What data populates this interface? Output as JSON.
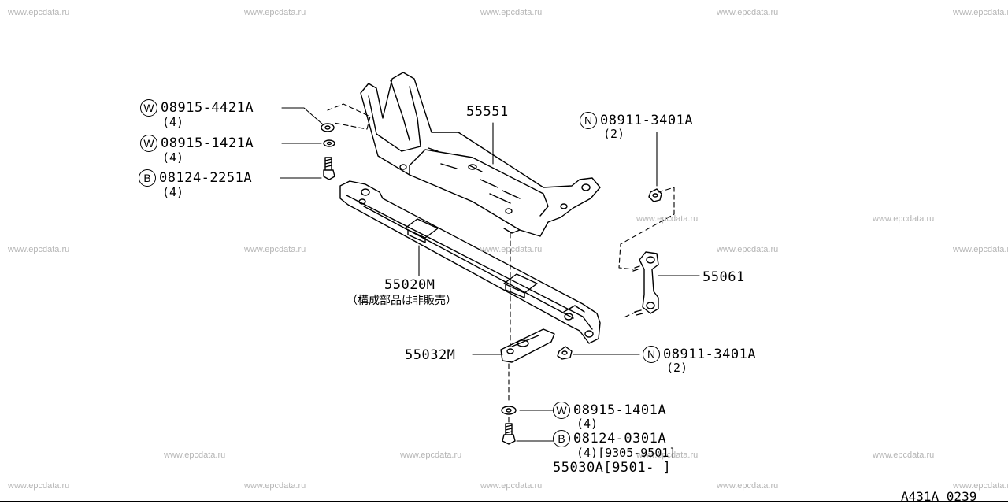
{
  "watermark": "www.epcdata.ru",
  "callouts": {
    "w1": {
      "symbol": "W",
      "part": "08915-4421A",
      "qty": "(4)"
    },
    "w2": {
      "symbol": "W",
      "part": "08915-1421A",
      "qty": "(4)"
    },
    "b1": {
      "symbol": "B",
      "part": "08124-2251A",
      "qty": "(4)"
    },
    "n1": {
      "symbol": "N",
      "part": "08911-3401A",
      "qty": "(2)"
    },
    "n2": {
      "symbol": "N",
      "part": "08911-3401A",
      "qty": "(2)"
    },
    "w3": {
      "symbol": "W",
      "part": "08915-1401A",
      "qty": "(4)"
    },
    "b2": {
      "symbol": "B",
      "part": "08124-0301A",
      "qty": "(4)[9305-9501]"
    }
  },
  "parts": {
    "p55551": "55551",
    "p55020m": "55020M",
    "p55020m_note": "（構成部品は非販売）",
    "p55061": "55061",
    "p55032m": "55032M",
    "p55030a": "55030A[9501-      ]"
  },
  "diagram_code": "A431A 0239"
}
